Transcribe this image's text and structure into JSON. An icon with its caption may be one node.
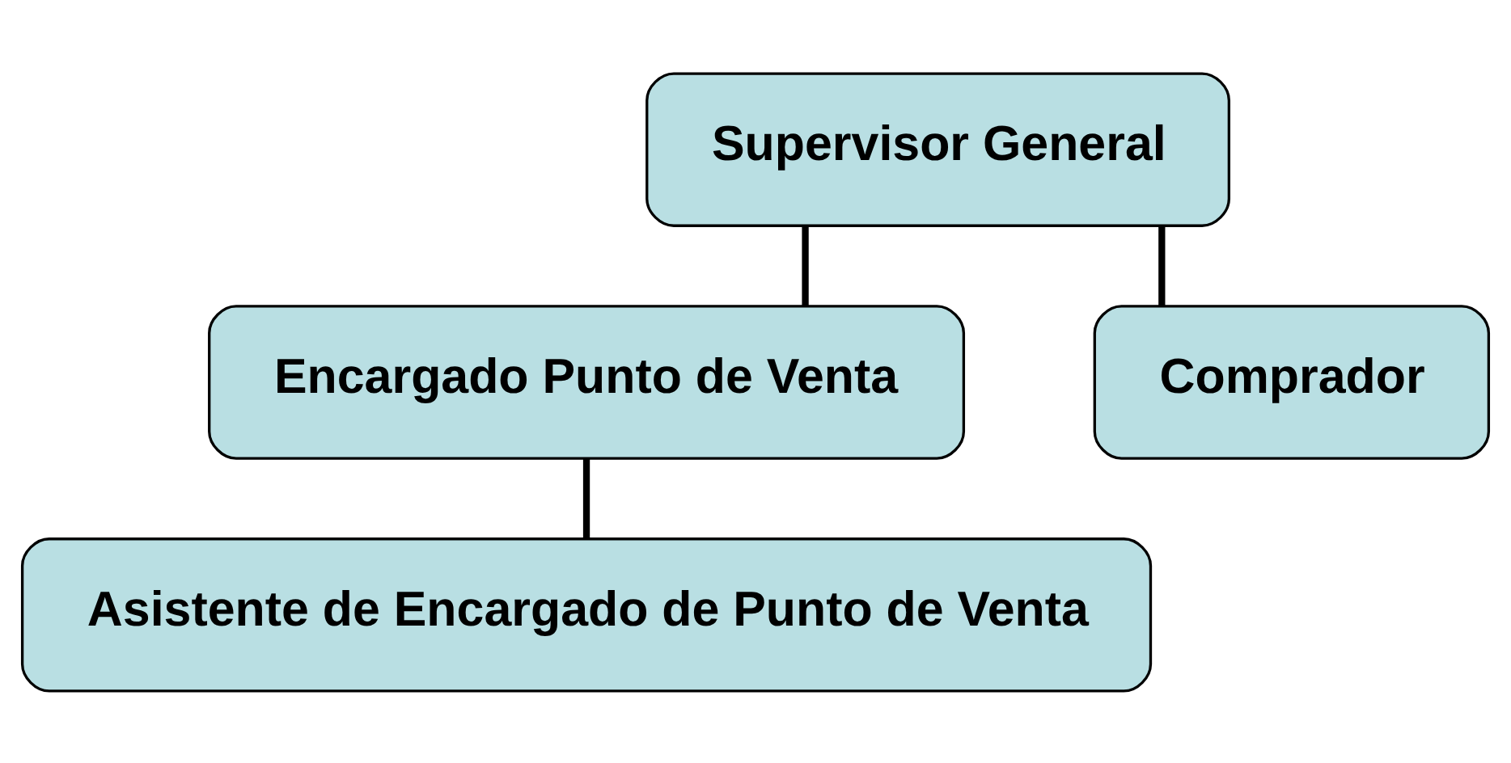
{
  "diagram": {
    "nodes": [
      {
        "text": [
          "Supervisor General"
        ]
      },
      {
        "text": [
          "Encargado Punto de Venta"
        ]
      },
      {
        "text": [
          "Comprador"
        ]
      },
      {
        "text": [
          "Asistente de Encargado de Punto de Venta"
        ]
      }
    ],
    "edges": [
      {
        "from": 0,
        "to": 1,
        "arrow": "none"
      },
      {
        "from": 0,
        "to": 2,
        "arrow": "none"
      },
      {
        "from": 1,
        "to": 3,
        "arrow": "none"
      }
    ]
  }
}
